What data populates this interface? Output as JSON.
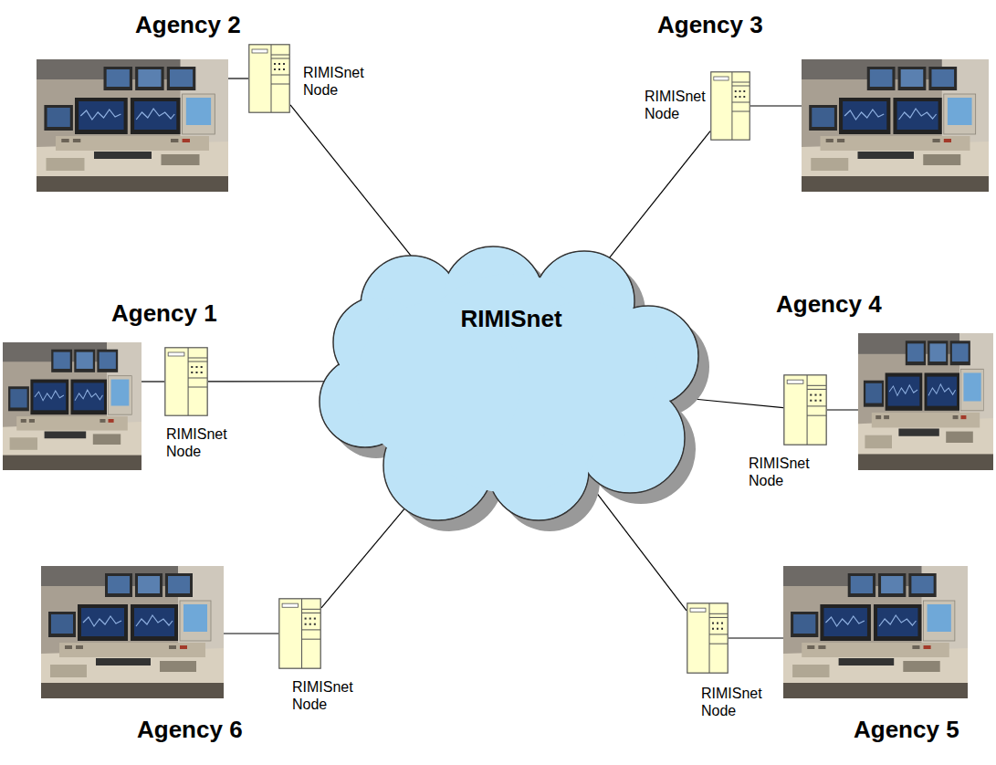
{
  "diagram": {
    "nodes": [
      {
        "text": [
          "Agency 2"
        ]
      },
      {
        "text": [
          "RIMISnet Node"
        ]
      },
      {
        "text": [
          "Agency 3"
        ]
      },
      {
        "text": [
          "RIMISnet Node"
        ]
      },
      {
        "text": [
          "Agency 1"
        ]
      },
      {
        "text": [
          "RIMISnet Node"
        ]
      },
      {
        "text": [
          "RIMISnet"
        ]
      },
      {
        "text": [
          "Agency 4"
        ]
      },
      {
        "text": [
          "RIMISnet Node"
        ]
      },
      {
        "text": [
          "Agency 6"
        ]
      },
      {
        "text": [
          "RIMISnet Node"
        ]
      },
      {
        "text": [
          "Agency 5"
        ]
      },
      {
        "text": [
          "RIMISnet Node"
        ]
      }
    ],
    "edges": [
      {
        "from": 0,
        "to": 1,
        "arrow": "none"
      },
      {
        "from": 1,
        "to": 6,
        "arrow": "none"
      },
      {
        "from": 2,
        "to": 3,
        "arrow": "none"
      },
      {
        "from": 3,
        "to": 6,
        "arrow": "none"
      },
      {
        "from": 4,
        "to": 5,
        "arrow": "none"
      },
      {
        "from": 5,
        "to": 6,
        "arrow": "none"
      },
      {
        "from": 7,
        "to": 8,
        "arrow": "none"
      },
      {
        "from": 8,
        "to": 6,
        "arrow": "none"
      },
      {
        "from": 9,
        "to": 10,
        "arrow": "none"
      },
      {
        "from": 10,
        "to": 6,
        "arrow": "none"
      },
      {
        "from": 11,
        "to": 12,
        "arrow": "none"
      },
      {
        "from": 12,
        "to": 6,
        "arrow": "none"
      }
    ]
  }
}
